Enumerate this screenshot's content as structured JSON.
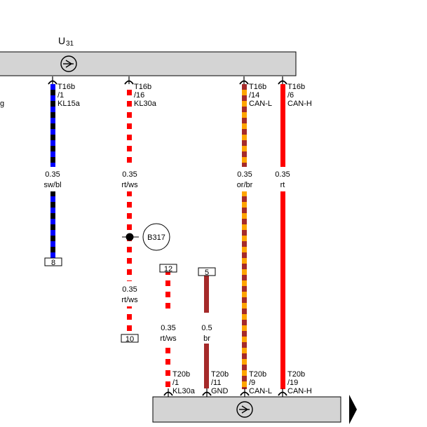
{
  "top_component": {
    "name": "U",
    "sub": "31"
  },
  "left_cut_label": "g",
  "splice": {
    "label": "B317"
  },
  "colors": {
    "box_fill": "#d4d4d4",
    "black": "#000000",
    "blue": "#0000ff",
    "red": "#ff0000",
    "white": "#ffffff",
    "orange": "#ffa500",
    "brown": "#a52a2a"
  },
  "top_pins": [
    {
      "connector": "T16b",
      "pin": "/1",
      "signal": "KL15a"
    },
    {
      "connector": "T16b",
      "pin": "/16",
      "signal": "KL30a"
    },
    {
      "connector": "T16b",
      "pin": "/14",
      "signal": "CAN-L"
    },
    {
      "connector": "T16b",
      "pin": "/6",
      "signal": "CAN-H"
    }
  ],
  "bottom_pins": [
    {
      "connector": "T20b",
      "pin": "/1",
      "signal": "KL30a"
    },
    {
      "connector": "T20b",
      "pin": "/11",
      "signal": "GND"
    },
    {
      "connector": "T20b",
      "pin": "/9",
      "signal": "CAN-L"
    },
    {
      "connector": "T20b",
      "pin": "/19",
      "signal": "CAN-H"
    }
  ],
  "wire_labels": [
    {
      "size": "0.35",
      "color": "sw/bl"
    },
    {
      "size": "0.35",
      "color": "rt/ws"
    },
    {
      "size": "0.35",
      "color": "or/br"
    },
    {
      "size": "0.35",
      "color": "rt"
    },
    {
      "size": "0.35",
      "color": "rt/ws"
    },
    {
      "size": "0.35",
      "color": "rt/ws"
    },
    {
      "size": "0.5",
      "color": "br"
    }
  ],
  "refs": [
    "8",
    "10",
    "12",
    "5"
  ]
}
